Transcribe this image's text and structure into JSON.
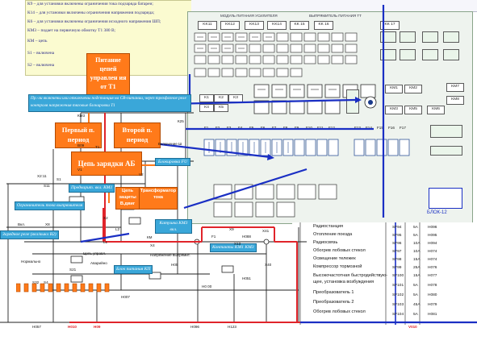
{
  "notes": [
    "К9 – для установки включены ограничения тока подзаряда батареи;",
    "К14 – для установки включены ограничения напряжения подзаряда;",
    "К6 – для установки включены ограничения исходного напряжения ШП;",
    "КМ3 – подает на первичную обмотку Т1 380 В;",
    "КМ – цепь",
    "S1 – включена",
    "S2 – включена"
  ],
  "callouts": {
    "power_supply": "Питание цепей управлен ия от Т1",
    "first_period": "Первый п. период",
    "second_period": "Второй п. период",
    "charge_circuit": "Цепь зарядки АБ",
    "thermo": "Цепь защиты В.двиг",
    "transformer": "Трансформатор тока",
    "fuse_info": "Пр.-ли включены или отключены подстанция на СВ-питании, через трехфазное реле контроля напряжения тяговые блокировки Т1",
    "c_pred_vkl": "Предварит. вкл. КМ1",
    "c_ogr": "Ограничитель тока выпрямителя",
    "c_zar": "Зарядное реле (вкл/выкл В2)",
    "c_kmz": "Катушка КМ3 вкл.",
    "c_kontaktor": "Контакты KM1 KM3",
    "c_bp": "Блок питания КП",
    "c_blok": "Блокировка FU"
  },
  "panel": {
    "header_left": "МОДУЛЬ ПИТАНИЯ УСИЛИТЕЛЯ",
    "header_mid": "ВЫПРЯМИТЕЛЬ ПИТАНИЯ   ТТ",
    "blpm": "БЛОК-12",
    "rows": {
      "r1": [
        "KK11",
        "KK12",
        "KK13",
        "KK14",
        "KK 15",
        "KK 16",
        "KK 17"
      ],
      "r3": [
        "K1",
        "K2",
        "K3",
        "K4",
        "K5",
        "KM1",
        "KM2",
        "KM3",
        "KM5",
        "KM6",
        "KM7",
        "KM8"
      ],
      "fuses": [
        "F1",
        "F2",
        "F3",
        "F4",
        "F5",
        "F6",
        "F7",
        "F8",
        "F9",
        "F10",
        "F11",
        "F12",
        "F13",
        "F14",
        "F15",
        "F16",
        "F17"
      ]
    }
  },
  "list_items": [
    "Радиостанция",
    "Отопление поезда",
    "Радиосвязь",
    "Обогрев лобовых стекол",
    "Освещение тележек",
    "Компрессор тормозной",
    "Высокочастотная быстродействую-\nщее, установка возбуждения",
    "Преобразователь 1",
    "Преобразователь 2",
    "Обогрев лобовых стекол"
  ],
  "terminal_blocks": [
    {
      "a": "SF94",
      "b": "5A",
      "w": "H096"
    },
    {
      "a": "SF95",
      "b": "5A",
      "w": "H095"
    },
    {
      "a": "SF96",
      "b": "10A",
      "w": "H094"
    },
    {
      "a": "SF97",
      "b": "10A",
      "w": "H074"
    },
    {
      "a": "SF98",
      "b": "15A",
      "w": "H074"
    },
    {
      "a": "SF99",
      "b": "25A",
      "w": "H076"
    },
    {
      "a": "SF100",
      "b": "15A",
      "w": "H077"
    },
    {
      "a": "SF101",
      "b": "5A",
      "w": "H078"
    },
    {
      "a": "SF102",
      "b": "5A",
      "w": "H080"
    },
    {
      "a": "SF103",
      "b": "45A",
      "w": "H079"
    },
    {
      "a": "SF104",
      "b": "5A",
      "w": "H081"
    }
  ],
  "wire_labels": [
    "H010",
    "H09",
    "H096",
    "H123",
    "H088",
    "X40",
    "X9",
    "X41",
    "H05",
    "H007",
    "X8",
    "B09",
    "X2:11",
    "H057",
    "H0 00",
    "H051",
    "V010"
  ],
  "schematic_labels": {
    "km3": "КМ3",
    "k25": "К25",
    "vkl": "Включение Ш",
    "t1": "Т1",
    "v2": "V2",
    "v1": "V1",
    "km": "КМ",
    "x2": "X2",
    "ls": "L2",
    "lv": "Вкл.",
    "x4": "X4",
    "f1": "F1",
    "normal": "Нормально",
    "cep": "Цепь управл.",
    "avar": "Аварийно",
    "napr": "Напряжение выпрямит.",
    "s21": "S21",
    "s32": "S32",
    "s4": "S4",
    "s11": "S11",
    "s1": "S1",
    "l1": "L1",
    "x13": "X13"
  },
  "colors": {
    "orange": "#ff7a1a",
    "cyan": "#3aa7d9",
    "blue_wire": "#1a2fc4",
    "red_wire": "#e0242a",
    "note_bg": "#fbfbd0",
    "panel_bg": "#eef3ee"
  }
}
